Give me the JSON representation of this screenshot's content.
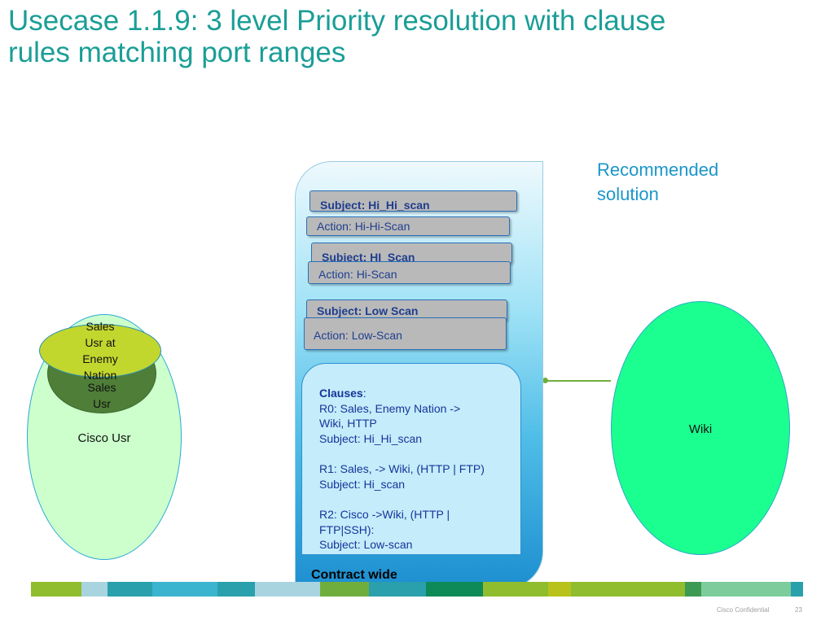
{
  "title": {
    "line1": "Usecase 1.1.9: 3 level Priority resolution with clause",
    "line2": "rules matching port ranges"
  },
  "recommended": {
    "line1": "Recommended",
    "line2": "solution"
  },
  "cisco_usr": {
    "label": "Cisco Usr"
  },
  "sales_usr": {
    "line1": "Sales",
    "line2": "Usr"
  },
  "enemy_nation": {
    "line1": "Sales",
    "line2": "Usr at",
    "line3": "Enemy",
    "line4": "Nation"
  },
  "wiki": {
    "label": "Wiki"
  },
  "contract": {
    "footer_label": "Contract wide",
    "subjects": [
      {
        "subject": "Subject: Hi_Hi_scan",
        "action": "Action:  Hi-Hi-Scan"
      },
      {
        "subject": "Subject: HI_Scan",
        "action": "Action:  Hi-Scan"
      },
      {
        "subject": "Subject: Low Scan",
        "action": "Action:  Low-Scan"
      }
    ],
    "clauses": {
      "heading": "Clauses",
      "heading_suffix": ":",
      "r0": [
        "R0: Sales, Enemy Nation ->",
        "Wiki, HTTP",
        "Subject: Hi_Hi_scan"
      ],
      "r1": [
        "R1: Sales, -> Wiki, (HTTP | FTP)",
        "Subject: Hi_scan"
      ],
      "r2": [
        "R2: Cisco ->Wiki, (HTTP |",
        "FTP|SSH):",
        "Subject: Low-scan"
      ]
    }
  },
  "colors": {
    "title": "#1a9e96",
    "recommended": "#1b96c9",
    "cisco_usr_fill": "#ccffcc",
    "sales_usr_fill": "#4f7e38",
    "enemy_fill": "#c2d72e",
    "wiki_fill": "#1bff90",
    "connector": "#6fae3d"
  },
  "footer": {
    "confidential": "Cisco Confidential",
    "page": "23",
    "bar_colors": [
      "#8fbd2e",
      "#a8d4e0",
      "#2aa0ad",
      "#3ab4cf",
      "#2aa0ad",
      "#a8d4e0",
      "#6fae3d",
      "#2aa0ad",
      "#0e8a58",
      "#8fbd2e",
      "#b8c21a",
      "#8fbd2e",
      "#3d9a52",
      "#7ccc9c",
      "#2aa0ad"
    ]
  }
}
